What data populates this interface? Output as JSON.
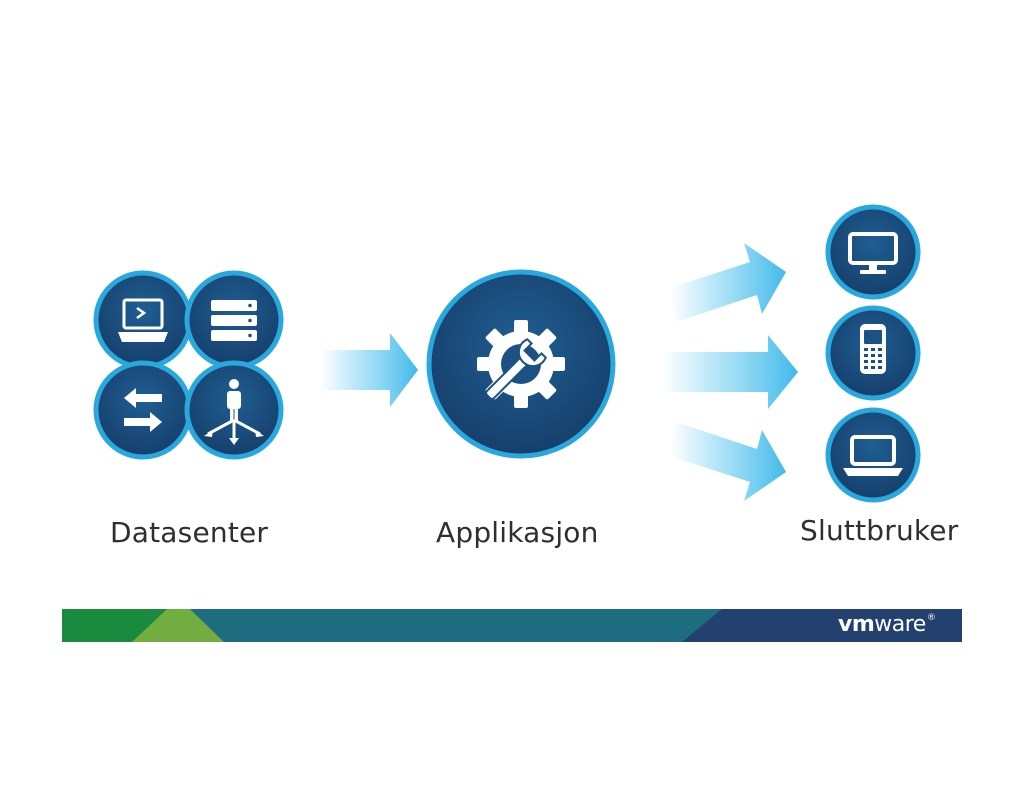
{
  "labels": {
    "datasenter": "Datasenter",
    "applikasjon": "Applikasjon",
    "sluttbruker": "Sluttbruker"
  },
  "brand": {
    "part1": "vm",
    "part2": "ware",
    "registered": "®"
  },
  "icons": {
    "datasenter": [
      "terminal-laptop-icon",
      "server-stack-icon",
      "exchange-arrows-icon",
      "user-distribution-icon"
    ],
    "applikasjon": [
      "gear-wrench-icon"
    ],
    "sluttbruker": [
      "desktop-monitor-icon",
      "mobile-phone-icon",
      "laptop-icon"
    ]
  },
  "colors": {
    "circle_fill": "#1b5183",
    "circle_ring": "#29a8dd",
    "arrow": "#55c4ee",
    "footer_green_dark": "#1a8a3e",
    "footer_green_light": "#72ad3f",
    "footer_teal": "#1d6c80",
    "footer_navy": "#23416f",
    "label_text": "#2f2f2f"
  }
}
